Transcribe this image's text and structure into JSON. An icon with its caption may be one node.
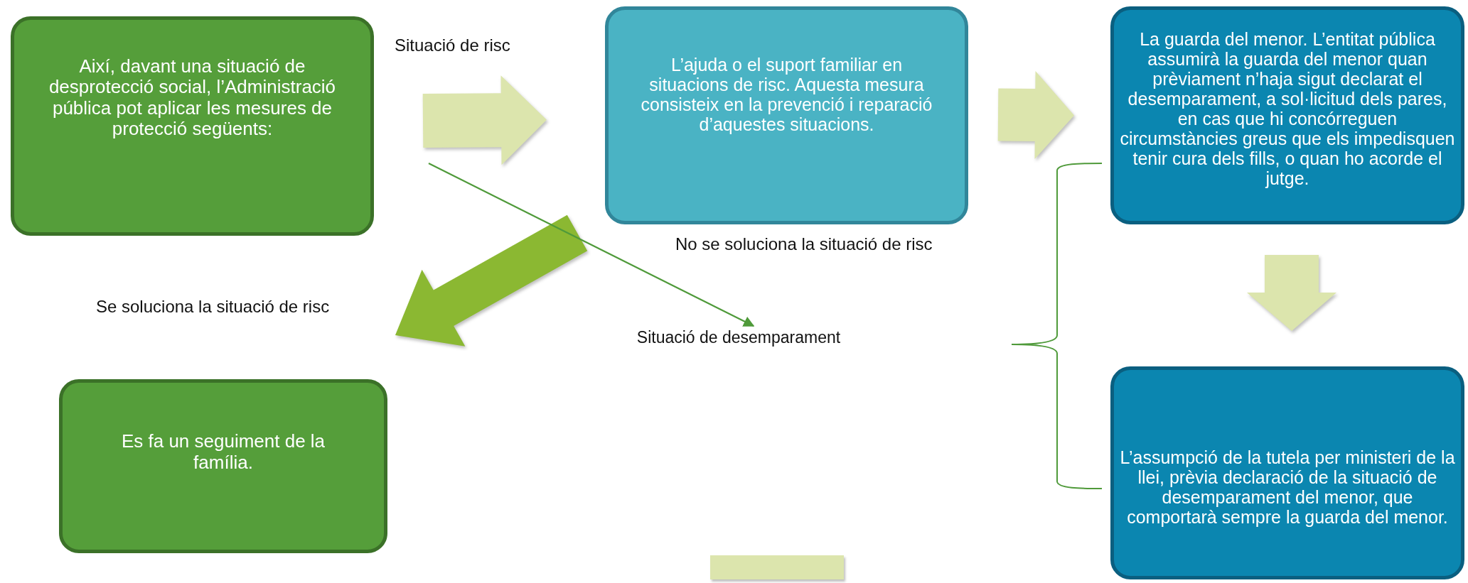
{
  "diagram": {
    "nodes": [
      {
        "text": [
          "Així, davant una situació de desprotecció social, l’Administració pública pot aplicar les mesures de protecció següents:"
        ]
      },
      {
        "text": [
          "L’ajuda o el suport familiar en situacions de risc. Aquesta mesura consisteix en la prevenció i reparació d’aquestes situacions."
        ]
      },
      {
        "text": [
          "La guarda del menor. L’entitat pública assumirà la guarda del menor quan prèviament n’haja sigut declarat el desemparament, a sol·licitud dels pares, en cas que hi concórreguen circumstàncies greus que els impedisquen tenir cura dels fills, o quan ho acorde el jutge."
        ]
      },
      {
        "text": [
          "L’assumpció de la tutela per ministeri de la llei, prèvia declaració de la situació de desemparament del menor, que comportarà sempre la guarda del menor."
        ]
      },
      {
        "text": [
          "Es fa un seguiment de la família."
        ]
      },
      {
        "text": [
          "Situació de desemparament"
        ]
      },
      {
        "text": [],
        "shape": "bar"
      }
    ],
    "edges": [
      {
        "from": 0,
        "to": 1,
        "arrow": "to",
        "label": "Situació de risc",
        "style": "thick"
      },
      {
        "from": 1,
        "to": 2,
        "arrow": "to",
        "style": "thick"
      },
      {
        "from": 2,
        "to": 3,
        "arrow": "to",
        "style": "thick"
      },
      {
        "from": 1,
        "to": 4,
        "arrow": "to",
        "style": "thick",
        "color": "#8bb832"
      },
      {
        "from": null,
        "to": 5,
        "arrow": "to",
        "color": "#4f9a3a"
      }
    ],
    "labels": [
      "No se soluciona la situació de risc",
      "Se soluciona la situació de risc"
    ]
  }
}
